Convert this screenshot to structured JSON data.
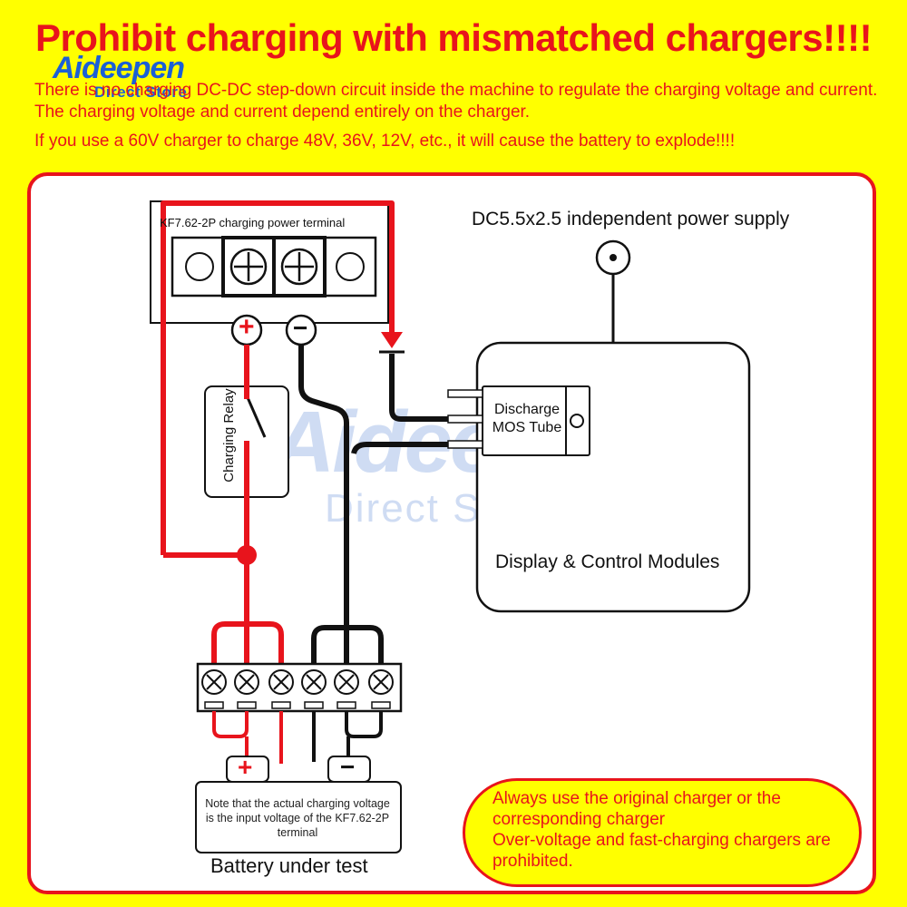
{
  "header": {
    "title": "Prohibit charging with mismatched chargers!!!!",
    "line1": "There is no charging DC-DC step-down circuit inside the machine to regulate the charging voltage and current. The charging voltage and current depend entirely on the charger.",
    "line2": "If you use a 60V charger to charge 48V, 36V, 12V, etc., it will cause the battery to explode!!!!"
  },
  "brand": {
    "name": "Aideepen",
    "tagline": "Direct Store",
    "color": "#1b5fd6"
  },
  "diagram": {
    "terminal_label": "KF7.62-2P charging power terminal",
    "dc_supply_label": "DC5.5x2.5 independent power supply",
    "relay_label": "Charging Relay",
    "mos_label_1": "Discharge",
    "mos_label_2": "MOS Tube",
    "module_label": "Display & Control Modules",
    "plus_symbol": "+",
    "minus_symbol": "−",
    "note": "Note that the actual charging voltage is the input voltage of the KF7.62-2P terminal",
    "battery_label": "Battery under test"
  },
  "callout": {
    "line1": "Always use the original charger or the corresponding charger",
    "line2": "Over-voltage and fast-charging chargers are prohibited."
  },
  "colors": {
    "background": "#ffff00",
    "accent_red": "#e8141c",
    "wire_black": "#111111"
  }
}
